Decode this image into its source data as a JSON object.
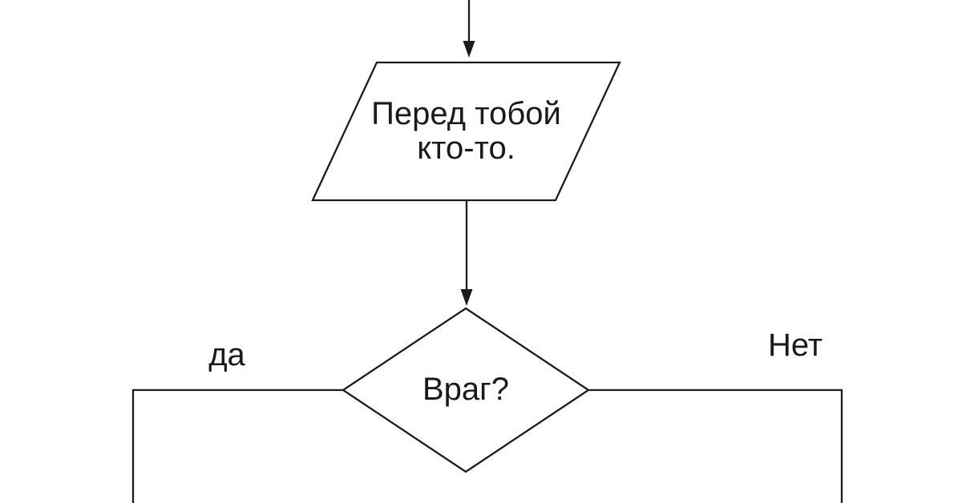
{
  "canvas": {
    "background_color": "#ffffff",
    "stroke_color": "#1c1c1c",
    "text_color": "#1a1a1a"
  },
  "nodes": {
    "io": {
      "shape": "parallelogram",
      "label": "Перед тобой\nкто-то."
    },
    "decision": {
      "shape": "diamond",
      "label": "Враг?"
    }
  },
  "edges": {
    "yes_label": "да",
    "no_label": "Нет"
  }
}
